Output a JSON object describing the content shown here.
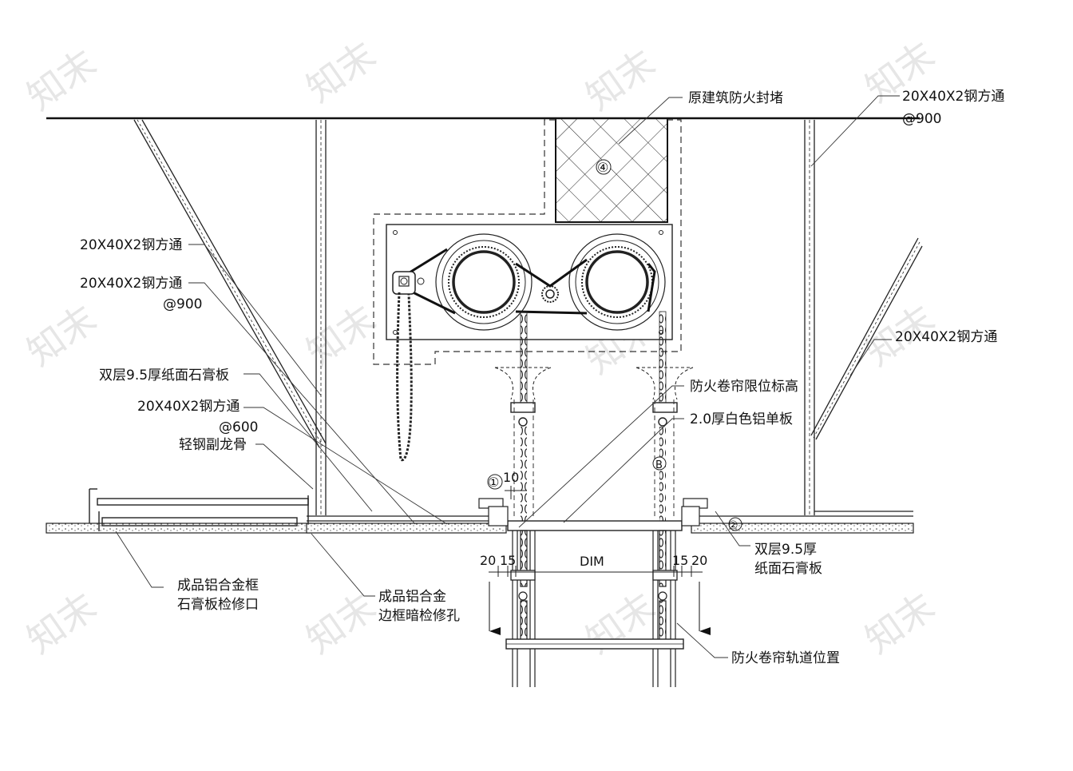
{
  "watermark": "知末",
  "labels": {
    "fire_seal": "原建筑防火封堵",
    "steel_tube_right_top_1": "20X40X2钢方通",
    "steel_tube_right_top_2": "@900",
    "steel_tube_left_1": "20X40X2钢方通",
    "steel_tube_left_2_a": "20X40X2钢方通",
    "steel_tube_left_2_b": "@900",
    "steel_tube_right_mid": "20X40X2钢方通",
    "gypsum_double_left": "双层9.5厚纸面石膏板",
    "steel_tube_600_a": "20X40X2钢方通",
    "steel_tube_600_b": "@600",
    "light_steel_keel": "轻钢副龙骨",
    "limit_elevation": "防火卷帘限位标高",
    "aluminum_plate": "2.0厚白色铝单板",
    "gypsum_double_right_a": "双层9.5厚",
    "gypsum_double_right_b": "纸面石膏板",
    "access_panel_a": "成品铝合金框",
    "access_panel_b": "石膏板检修口",
    "hidden_access_a": "成品铝合金",
    "hidden_access_b": "边框暗检修孔",
    "track_position": "防火卷帘轨道位置"
  },
  "markers": {
    "m4": "④",
    "m1": "①",
    "mB": "B",
    "m2": "②"
  },
  "dimensions": {
    "d10": "10",
    "d20_left": "20",
    "d15_left": "15",
    "dim": "DIM",
    "d15_right": "15",
    "d20_right": "20"
  }
}
